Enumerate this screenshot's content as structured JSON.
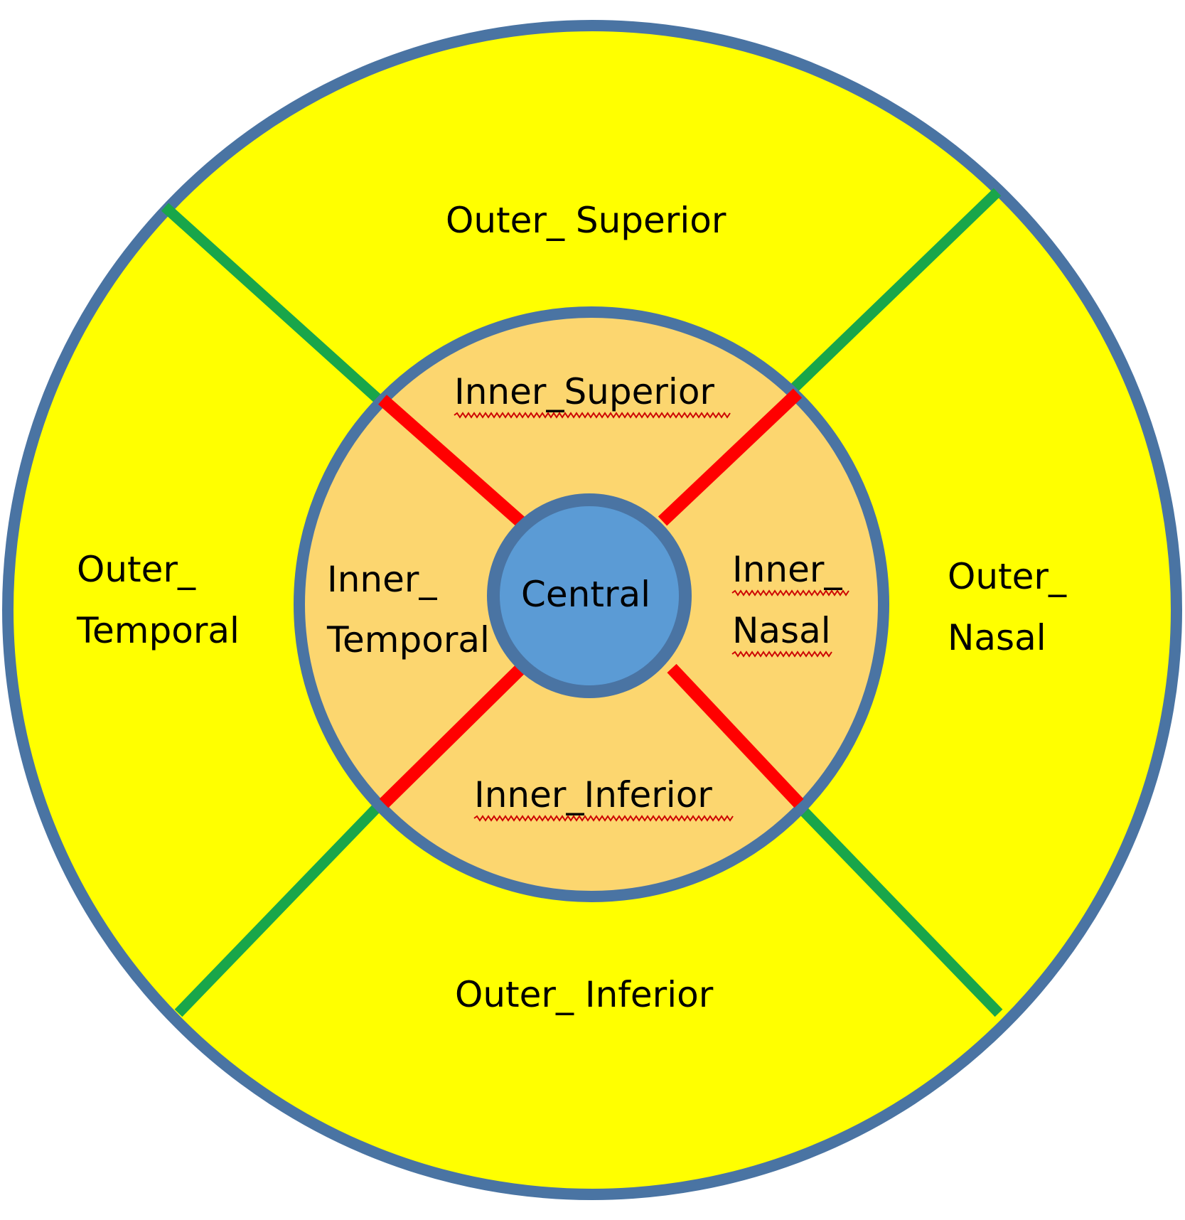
{
  "colors": {
    "outer_ring_fill": "#ffff00",
    "inner_ring_fill": "#fcd66f",
    "central_fill": "#5b9bd5",
    "ring_border": "#4a74a3",
    "outer_divider": "#19a64a",
    "inner_divider": "#ff0000",
    "spellcheck_underline": "#cc0000"
  },
  "regions": {
    "outer_superior": "Outer_ Superior",
    "outer_temporal": [
      "Outer_",
      "Temporal"
    ],
    "outer_nasal": [
      "Outer_",
      "Nasal"
    ],
    "outer_inferior": "Outer_ Inferior",
    "inner_superior": "Inner_Superior",
    "inner_temporal": [
      "Inner_",
      "Temporal"
    ],
    "inner_nasal": [
      "Inner_",
      "Nasal"
    ],
    "inner_inferior": "Inner_Inferior",
    "central": "Central"
  }
}
